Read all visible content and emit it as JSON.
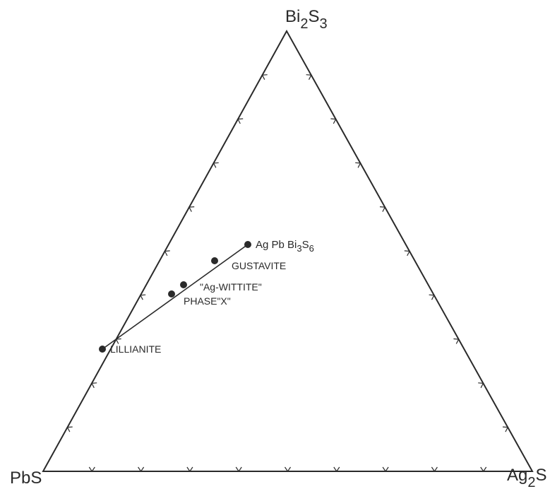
{
  "vertices": {
    "top": {
      "parts": [
        {
          "text": "Bi",
          "sub": false
        },
        {
          "text": "2",
          "sub": true
        },
        {
          "text": "S",
          "sub": false
        },
        {
          "text": "3",
          "sub": true
        }
      ]
    },
    "left": {
      "parts": [
        {
          "text": "PbS",
          "sub": false
        }
      ]
    },
    "right": {
      "parts": [
        {
          "text": "Ag",
          "sub": false
        },
        {
          "text": "2",
          "sub": true
        },
        {
          "text": "S",
          "sub": false
        }
      ]
    }
  },
  "tie_line": {
    "from": "LILLIANITE",
    "to": "AgPbBi3S6"
  },
  "points": [
    {
      "id": "LILLIANITE",
      "parts": [
        {
          "text": "LILLIANITE",
          "sub": false
        }
      ]
    },
    {
      "id": "PHASE_X",
      "parts": [
        {
          "text": "PHASE\"X\"",
          "sub": false
        }
      ]
    },
    {
      "id": "AG_WITTITE",
      "parts": [
        {
          "text": "\"Ag-WITTITE\"",
          "sub": false
        }
      ]
    },
    {
      "id": "GUSTAVITE",
      "parts": [
        {
          "text": "GUSTAVITE",
          "sub": false
        }
      ]
    },
    {
      "id": "AgPbBi3S6",
      "parts": [
        {
          "text": "Ag Pb Bi",
          "sub": false
        },
        {
          "text": "3",
          "sub": true
        },
        {
          "text": "S",
          "sub": false
        },
        {
          "text": "6",
          "sub": true
        }
      ]
    }
  ],
  "colors": {
    "ink": "#2a2a2a",
    "background": "#ffffff"
  }
}
